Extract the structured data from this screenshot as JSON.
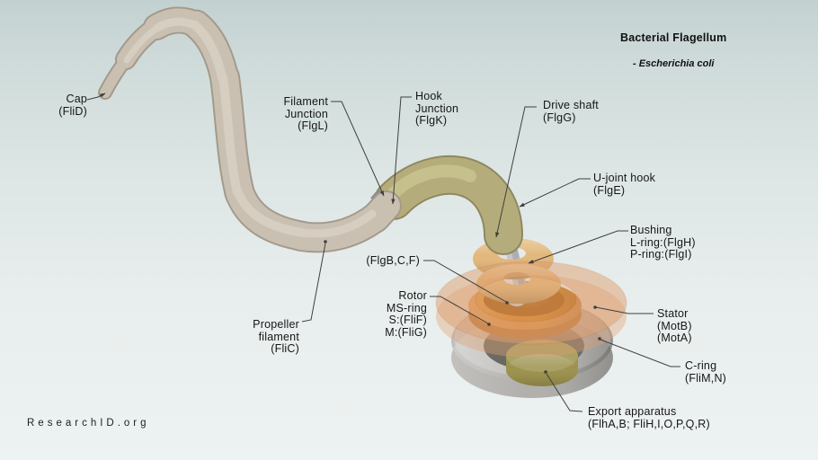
{
  "header": {
    "title": "Bacterial Flagellum",
    "subtitle": "- Escherichia coli"
  },
  "watermark": "ResearchID.org",
  "labels": {
    "cap": {
      "lines": [
        "Cap",
        "(FliD)"
      ]
    },
    "filament_junction": {
      "lines": [
        "Filament",
        "Junction",
        "(FlgL)"
      ]
    },
    "hook_junction": {
      "lines": [
        "Hook",
        "Junction",
        "(FlgK)"
      ]
    },
    "drive_shaft": {
      "lines": [
        "Drive shaft",
        "(FlgG)"
      ]
    },
    "u_joint_hook": {
      "lines": [
        "U-joint hook",
        "(FlgE)"
      ]
    },
    "bushing": {
      "lines": [
        "Bushing",
        "L-ring:(FlgH)",
        "P-ring:(FlgI)"
      ]
    },
    "rod": {
      "lines": [
        "(FlgB,C,F)"
      ]
    },
    "rotor": {
      "lines": [
        "Rotor",
        "MS-ring",
        "S:(FliF)",
        "M:(FliG)"
      ]
    },
    "stator": {
      "lines": [
        "Stator",
        "(MotB)",
        "(MotA)"
      ]
    },
    "c_ring": {
      "lines": [
        "C-ring",
        "(FliM,N)"
      ]
    },
    "export_apparatus": {
      "lines": [
        "Export apparatus",
        "(FlhA,B; FliH,I,O,P,Q,R)"
      ]
    },
    "propeller_filament": {
      "lines": [
        "Propeller",
        "filament",
        "(FliC)"
      ]
    }
  },
  "colors": {
    "background_top": "#c2d1d0",
    "background_bottom": "#edf2f2",
    "text": "#161616",
    "leader": "#3f3f3f",
    "filament": "#c9c0b2",
    "filament_outline": "#a39a8c",
    "filament_highlight": "#dcd4c8",
    "junction_ring": "#8d8d87",
    "hook": "#b4ad7b",
    "hook_outline": "#8f8860",
    "hook_highlight": "#cdc795",
    "drive_shaft": "#c5c7cb",
    "drive_shaft_highlight": "#e6e8ea",
    "bushing": "#e3b87c",
    "stator": "#dfa070",
    "rotor": "#d6862e",
    "rotor_dark": "#a55f19",
    "c_ring": "#b1b0ac",
    "c_ring_hole": "#6f6e66",
    "export_apparatus": "#9d934f"
  }
}
